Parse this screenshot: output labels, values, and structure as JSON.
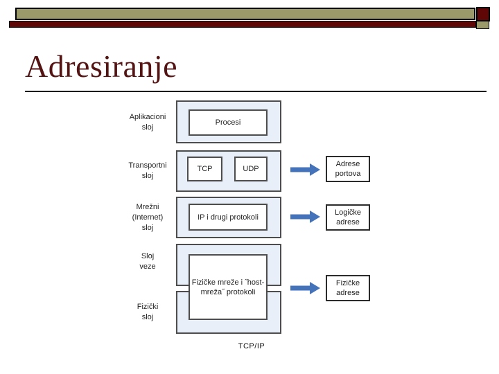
{
  "title": {
    "text": "Adresiranje"
  },
  "diagram": {
    "caption": "TCP/IP",
    "layers": [
      {
        "label": "Aplikacioni\nsloj"
      },
      {
        "label": "Transportni\nsloj"
      },
      {
        "label": "Mrežni\n(Internet)\nsloj"
      },
      {
        "label": "Sloj\nveze"
      },
      {
        "label": "Fizički\nsloj"
      }
    ],
    "protocol_boxes": {
      "procesi": "Procesi",
      "tcp": "TCP",
      "udp": "UDP",
      "ip": "IP i drugi protokoli",
      "physical": "Fizičke mreže i ˝host-\nmreža˝ protokoli"
    },
    "address_boxes": [
      {
        "label": "Adrese\nportova"
      },
      {
        "label": "Logičke\nadrese"
      },
      {
        "label": "Fizičke\nadrese"
      }
    ]
  },
  "colors": {
    "banner_olive": "#9a9a6a",
    "banner_dark_red": "#5f0606",
    "title_maroon": "#551414",
    "layer_fill": "#e9eff8",
    "box_border": "#4d4d4d",
    "arrow_blue": "#4573b9"
  }
}
